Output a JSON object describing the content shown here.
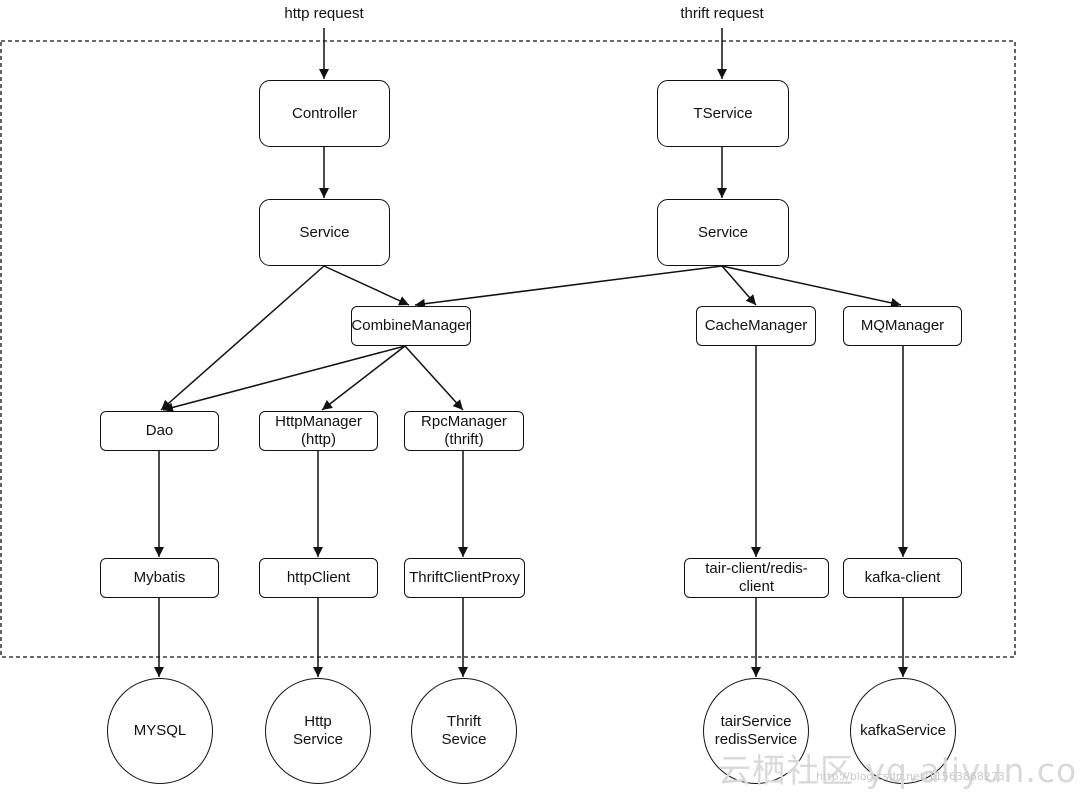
{
  "inputs": {
    "http": "http request",
    "thrift": "thrift request"
  },
  "nodes": {
    "controller": "Controller",
    "tservice": "TService",
    "service_left": "Service",
    "service_right": "Service",
    "combine_manager": "CombineManager",
    "cache_manager": "CacheManager",
    "mq_manager": "MQManager",
    "dao": "Dao",
    "http_manager": "HttpManager\n(http)",
    "rpc_manager": "RpcManager\n(thrift)",
    "mybatis": "Mybatis",
    "http_client": "httpClient",
    "thrift_client_proxy": "ThriftClientProxy",
    "cache_client": "tair-client/redis-\nclient",
    "kafka_client": "kafka-client"
  },
  "services": {
    "mysql": "MYSQL",
    "http_service": "Http\nService",
    "thrift_service": "Thrift\nSevice",
    "tair_redis": "tairService\nredisService",
    "kafka_service": "kafkaService"
  },
  "watermark": {
    "main": "云栖社区 yq.aliyun.com",
    "blog": "http://blog.csdn.net/11563868273"
  }
}
